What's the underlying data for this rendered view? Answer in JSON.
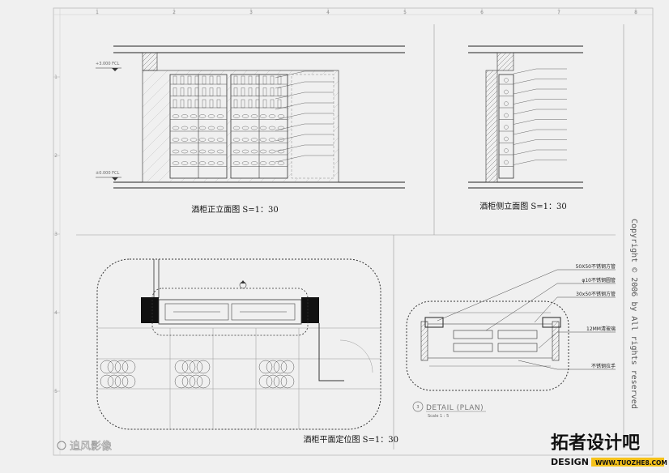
{
  "titles": {
    "front_elevation": "酒柜正立面图 S=1：30",
    "side_elevation": "酒柜侧立面图 S=1：30",
    "plan_position": "酒柜平面定位图 S=1：30"
  },
  "detail": {
    "number": "3",
    "title": "DETAIL (PLAN)",
    "scale": "Scale 1 : 5"
  },
  "detail_callouts": [
    "50X50不锈钢方管",
    "φ10不锈钢圆管",
    "30x50不锈钢方管",
    "12MM清玻璃",
    "不锈钢拉手"
  ],
  "front_levels": [
    "+3.000 FCL",
    "±0.000 FCL"
  ],
  "ruler": {
    "top": [
      "1",
      "2",
      "3",
      "4",
      "5",
      "6",
      "7",
      "8"
    ],
    "left": [
      "1",
      "2",
      "3",
      "4",
      "5"
    ]
  },
  "side_text": "Copyright © 2006 by All rights reserved",
  "watermark_left": "追风影像",
  "brand": {
    "name": "拓者设计吧",
    "sub": "DESIGN",
    "url": "WWW.TUOZHE8.COM"
  }
}
